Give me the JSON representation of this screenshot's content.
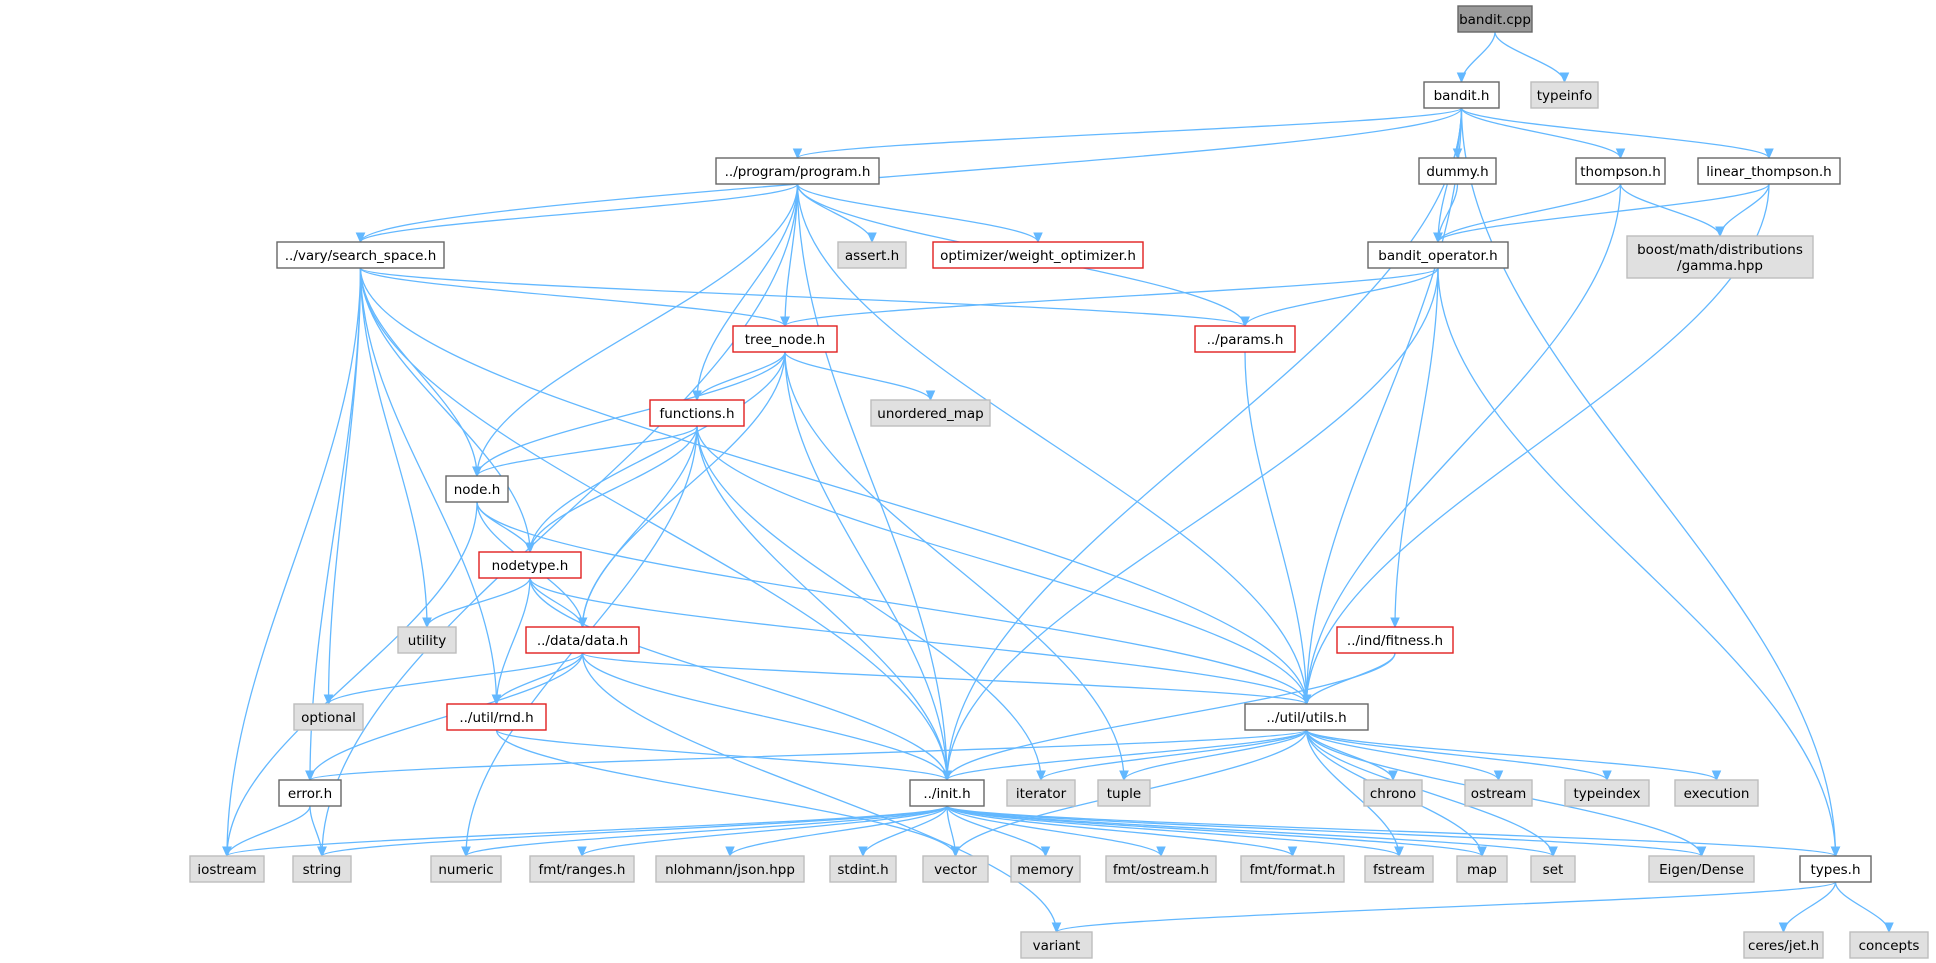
{
  "graph": {
    "nodes": [
      {
        "id": "bandit_cpp",
        "label": "bandit.cpp",
        "kind": "root"
      },
      {
        "id": "bandit_h",
        "label": "bandit.h",
        "kind": "normal"
      },
      {
        "id": "typeinfo",
        "label": "typeinfo",
        "kind": "system"
      },
      {
        "id": "program_h",
        "label": "../program/program.h",
        "kind": "normal"
      },
      {
        "id": "dummy_h",
        "label": "dummy.h",
        "kind": "normal"
      },
      {
        "id": "thompson_h",
        "label": "thompson.h",
        "kind": "normal"
      },
      {
        "id": "linear_thompson_h",
        "label": "linear_thompson.h",
        "kind": "normal"
      },
      {
        "id": "search_space_h",
        "label": "../vary/search_space.h",
        "kind": "normal"
      },
      {
        "id": "assert_h",
        "label": "assert.h",
        "kind": "system"
      },
      {
        "id": "weight_opt",
        "label": "optimizer/weight_optimizer.h",
        "kind": "missing"
      },
      {
        "id": "bandit_operator_h",
        "label": "bandit_operator.h",
        "kind": "normal"
      },
      {
        "id": "gamma",
        "label": [
          "boost/math/distributions",
          "/gamma.hpp"
        ],
        "kind": "system"
      },
      {
        "id": "tree_node_h",
        "label": "tree_node.h",
        "kind": "missing"
      },
      {
        "id": "params_h",
        "label": "../params.h",
        "kind": "missing"
      },
      {
        "id": "unordered_map",
        "label": "unordered_map",
        "kind": "system"
      },
      {
        "id": "functions_h",
        "label": "functions.h",
        "kind": "missing"
      },
      {
        "id": "node_h",
        "label": "node.h",
        "kind": "normal"
      },
      {
        "id": "nodetype_h",
        "label": "nodetype.h",
        "kind": "missing"
      },
      {
        "id": "utility",
        "label": "utility",
        "kind": "system"
      },
      {
        "id": "data_h",
        "label": "../data/data.h",
        "kind": "missing"
      },
      {
        "id": "fitness_h",
        "label": "../ind/fitness.h",
        "kind": "missing"
      },
      {
        "id": "optional",
        "label": "optional",
        "kind": "system"
      },
      {
        "id": "rnd_h",
        "label": "../util/rnd.h",
        "kind": "missing"
      },
      {
        "id": "utils_h",
        "label": "../util/utils.h",
        "kind": "normal"
      },
      {
        "id": "error_h",
        "label": "error.h",
        "kind": "normal"
      },
      {
        "id": "init_h",
        "label": "../init.h",
        "kind": "normal"
      },
      {
        "id": "iterator",
        "label": "iterator",
        "kind": "system"
      },
      {
        "id": "tuple",
        "label": "tuple",
        "kind": "system"
      },
      {
        "id": "chrono",
        "label": "chrono",
        "kind": "system"
      },
      {
        "id": "ostream",
        "label": "ostream",
        "kind": "system"
      },
      {
        "id": "typeindex",
        "label": "typeindex",
        "kind": "system"
      },
      {
        "id": "execution",
        "label": "execution",
        "kind": "system"
      },
      {
        "id": "iostream",
        "label": "iostream",
        "kind": "system"
      },
      {
        "id": "string",
        "label": "string",
        "kind": "system"
      },
      {
        "id": "numeric",
        "label": "numeric",
        "kind": "system"
      },
      {
        "id": "fmt_ranges",
        "label": "fmt/ranges.h",
        "kind": "system"
      },
      {
        "id": "nlohmann",
        "label": "nlohmann/json.hpp",
        "kind": "system"
      },
      {
        "id": "stdint",
        "label": "stdint.h",
        "kind": "system"
      },
      {
        "id": "vector",
        "label": "vector",
        "kind": "system"
      },
      {
        "id": "memory",
        "label": "memory",
        "kind": "system"
      },
      {
        "id": "fmt_ostream",
        "label": "fmt/ostream.h",
        "kind": "system"
      },
      {
        "id": "fmt_format",
        "label": "fmt/format.h",
        "kind": "system"
      },
      {
        "id": "fstream",
        "label": "fstream",
        "kind": "system"
      },
      {
        "id": "map",
        "label": "map",
        "kind": "system"
      },
      {
        "id": "set",
        "label": "set",
        "kind": "system"
      },
      {
        "id": "eigen",
        "label": "Eigen/Dense",
        "kind": "system"
      },
      {
        "id": "types_h",
        "label": "types.h",
        "kind": "normal"
      },
      {
        "id": "variant",
        "label": "variant",
        "kind": "system"
      },
      {
        "id": "ceres",
        "label": "ceres/jet.h",
        "kind": "system"
      },
      {
        "id": "concepts",
        "label": "concepts",
        "kind": "system"
      }
    ],
    "edges": [
      [
        "bandit_cpp",
        "bandit_h"
      ],
      [
        "bandit_cpp",
        "typeinfo"
      ],
      [
        "bandit_h",
        "program_h"
      ],
      [
        "bandit_h",
        "search_space_h"
      ],
      [
        "bandit_h",
        "dummy_h"
      ],
      [
        "bandit_h",
        "thompson_h"
      ],
      [
        "bandit_h",
        "linear_thompson_h"
      ],
      [
        "bandit_h",
        "bandit_operator_h"
      ],
      [
        "bandit_h",
        "init_h"
      ],
      [
        "bandit_h",
        "utils_h"
      ],
      [
        "bandit_h",
        "types_h"
      ],
      [
        "program_h",
        "search_space_h"
      ],
      [
        "program_h",
        "assert_h"
      ],
      [
        "program_h",
        "weight_opt"
      ],
      [
        "program_h",
        "tree_node_h"
      ],
      [
        "program_h",
        "params_h"
      ],
      [
        "program_h",
        "functions_h"
      ],
      [
        "program_h",
        "node_h"
      ],
      [
        "program_h",
        "init_h"
      ],
      [
        "program_h",
        "utils_h"
      ],
      [
        "program_h",
        "string"
      ],
      [
        "dummy_h",
        "bandit_operator_h"
      ],
      [
        "thompson_h",
        "bandit_operator_h"
      ],
      [
        "thompson_h",
        "gamma"
      ],
      [
        "thompson_h",
        "utils_h"
      ],
      [
        "linear_thompson_h",
        "bandit_operator_h"
      ],
      [
        "linear_thompson_h",
        "gamma"
      ],
      [
        "linear_thompson_h",
        "utils_h"
      ],
      [
        "bandit_operator_h",
        "tree_node_h"
      ],
      [
        "bandit_operator_h",
        "params_h"
      ],
      [
        "bandit_operator_h",
        "fitness_h"
      ],
      [
        "bandit_operator_h",
        "init_h"
      ],
      [
        "bandit_operator_h",
        "types_h"
      ],
      [
        "search_space_h",
        "tree_node_h"
      ],
      [
        "search_space_h",
        "params_h"
      ],
      [
        "search_space_h",
        "node_h"
      ],
      [
        "search_space_h",
        "nodetype_h"
      ],
      [
        "search_space_h",
        "utility"
      ],
      [
        "search_space_h",
        "optional"
      ],
      [
        "search_space_h",
        "rnd_h"
      ],
      [
        "search_space_h",
        "utils_h"
      ],
      [
        "search_space_h",
        "error_h"
      ],
      [
        "search_space_h",
        "init_h"
      ],
      [
        "search_space_h",
        "iostream"
      ],
      [
        "tree_node_h",
        "functions_h"
      ],
      [
        "tree_node_h",
        "node_h"
      ],
      [
        "tree_node_h",
        "nodetype_h"
      ],
      [
        "tree_node_h",
        "data_h"
      ],
      [
        "tree_node_h",
        "unordered_map"
      ],
      [
        "tree_node_h",
        "init_h"
      ],
      [
        "tree_node_h",
        "tuple"
      ],
      [
        "params_h",
        "utils_h"
      ],
      [
        "functions_h",
        "node_h"
      ],
      [
        "functions_h",
        "nodetype_h"
      ],
      [
        "functions_h",
        "data_h"
      ],
      [
        "functions_h",
        "init_h"
      ],
      [
        "functions_h",
        "utils_h"
      ],
      [
        "functions_h",
        "iterator"
      ],
      [
        "functions_h",
        "numeric"
      ],
      [
        "node_h",
        "nodetype_h"
      ],
      [
        "node_h",
        "data_h"
      ],
      [
        "node_h",
        "utils_h"
      ],
      [
        "node_h",
        "iostream"
      ],
      [
        "nodetype_h",
        "data_h"
      ],
      [
        "nodetype_h",
        "utility"
      ],
      [
        "nodetype_h",
        "rnd_h"
      ],
      [
        "nodetype_h",
        "init_h"
      ],
      [
        "nodetype_h",
        "utils_h"
      ],
      [
        "data_h",
        "optional"
      ],
      [
        "data_h",
        "rnd_h"
      ],
      [
        "data_h",
        "utils_h"
      ],
      [
        "data_h",
        "init_h"
      ],
      [
        "data_h",
        "error_h"
      ],
      [
        "data_h",
        "variant"
      ],
      [
        "fitness_h",
        "utils_h"
      ],
      [
        "fitness_h",
        "init_h"
      ],
      [
        "rnd_h",
        "init_h"
      ],
      [
        "rnd_h",
        "vector"
      ],
      [
        "utils_h",
        "init_h"
      ],
      [
        "utils_h",
        "error_h"
      ],
      [
        "utils_h",
        "iterator"
      ],
      [
        "utils_h",
        "tuple"
      ],
      [
        "utils_h",
        "chrono"
      ],
      [
        "utils_h",
        "ostream"
      ],
      [
        "utils_h",
        "typeindex"
      ],
      [
        "utils_h",
        "execution"
      ],
      [
        "utils_h",
        "vector"
      ],
      [
        "utils_h",
        "fstream"
      ],
      [
        "utils_h",
        "map"
      ],
      [
        "utils_h",
        "set"
      ],
      [
        "utils_h",
        "eigen"
      ],
      [
        "error_h",
        "iostream"
      ],
      [
        "error_h",
        "string"
      ],
      [
        "init_h",
        "iostream"
      ],
      [
        "init_h",
        "string"
      ],
      [
        "init_h",
        "numeric"
      ],
      [
        "init_h",
        "fmt_ranges"
      ],
      [
        "init_h",
        "nlohmann"
      ],
      [
        "init_h",
        "stdint"
      ],
      [
        "init_h",
        "vector"
      ],
      [
        "init_h",
        "memory"
      ],
      [
        "init_h",
        "fmt_ostream"
      ],
      [
        "init_h",
        "fmt_format"
      ],
      [
        "init_h",
        "fstream"
      ],
      [
        "init_h",
        "map"
      ],
      [
        "init_h",
        "set"
      ],
      [
        "init_h",
        "eigen"
      ],
      [
        "init_h",
        "types_h"
      ],
      [
        "types_h",
        "variant"
      ],
      [
        "types_h",
        "ceres"
      ],
      [
        "types_h",
        "concepts"
      ]
    ]
  },
  "colors": {
    "edge": "#63b8ff",
    "root_fill": "#9a9a9a",
    "system_fill": "#e0e0e0",
    "missing_border": "#e02020",
    "normal_border": "#666666"
  }
}
